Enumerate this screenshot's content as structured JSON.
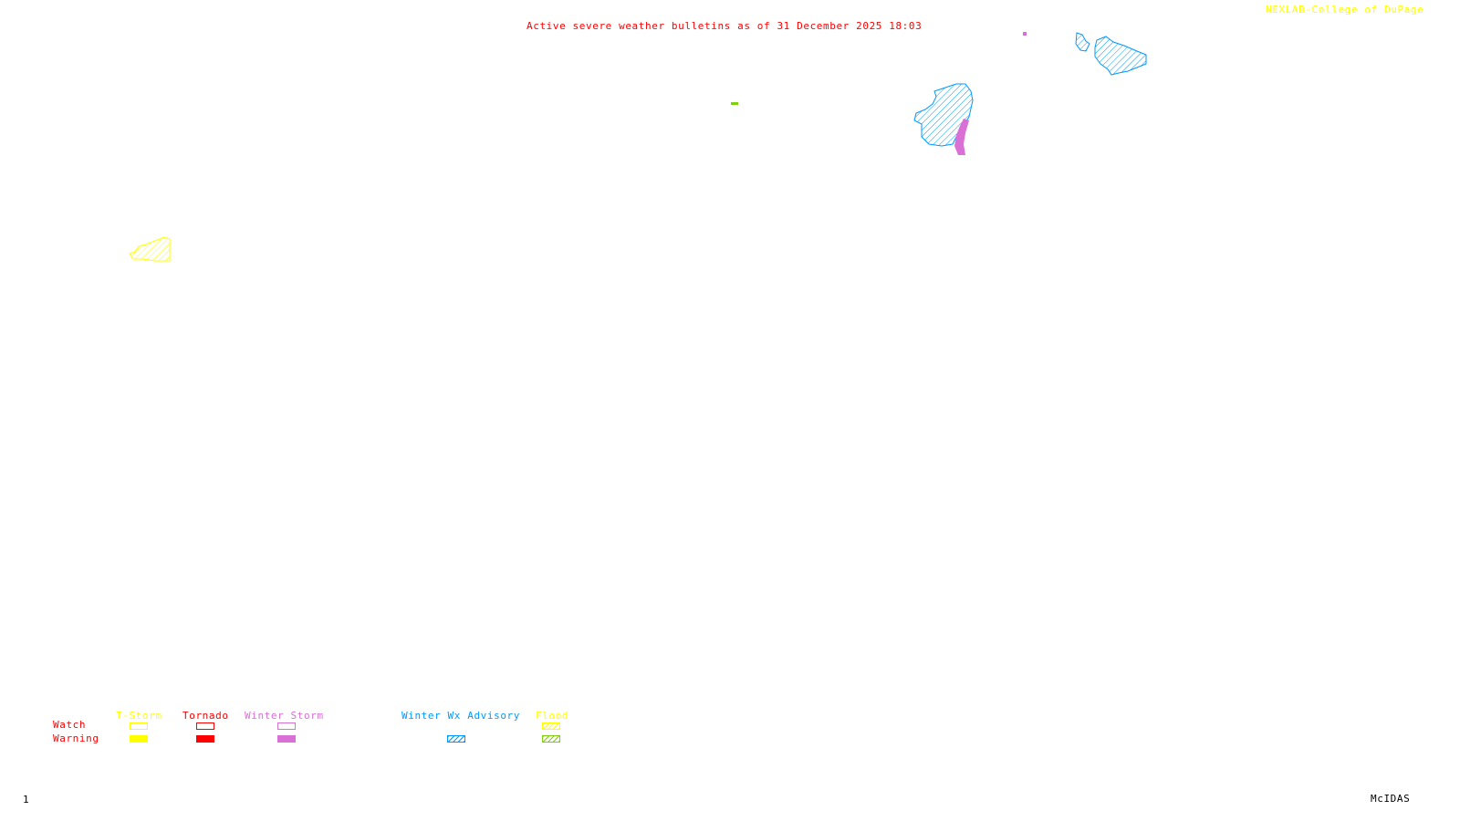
{
  "header": {
    "title": "Active severe weather bulletins as of 31 December 2025 18:03",
    "credit": "NEXLAB-College of DuPage"
  },
  "footer": {
    "frame_number": "1",
    "software": "McIDAS"
  },
  "colors": {
    "tstorm": "#ffff00",
    "tornado": "#ff0000",
    "winter_storm": "#da70d6",
    "winter_wx_advisory": "#0099ff",
    "flood_watch": "#ffff00",
    "flood_warning": "#80d010",
    "row_labels": "#ff0000"
  },
  "legend": {
    "row_labels": {
      "watch": "Watch",
      "warning": "Warning"
    },
    "categories": [
      {
        "key": "tstorm",
        "label": "T-Storm",
        "watch": "outline",
        "warning": "filled"
      },
      {
        "key": "tornado",
        "label": "Tornado",
        "watch": "outline",
        "warning": "filled"
      },
      {
        "key": "winter_storm",
        "label": "Winter Storm",
        "watch": "outline",
        "warning": "filled"
      },
      {
        "key": "winter_wx_advisory",
        "label": "Winter Wx Advisory",
        "watch": "none",
        "warning": "hatched"
      },
      {
        "key": "flood",
        "label": "Flood",
        "watch": "hatched",
        "warning": "hatched"
      }
    ]
  },
  "active_areas": [
    {
      "type": "Winter Wx Advisory",
      "region": "northeast-upper"
    },
    {
      "type": "Winter Wx Advisory",
      "region": "great-lakes"
    },
    {
      "type": "Winter Storm Warning",
      "region": "lake-shore"
    },
    {
      "type": "Winter Storm Warning",
      "region": "small-spot"
    },
    {
      "type": "Flood Warning",
      "region": "central-small"
    },
    {
      "type": "Flood Watch",
      "region": "west-coast"
    }
  ]
}
